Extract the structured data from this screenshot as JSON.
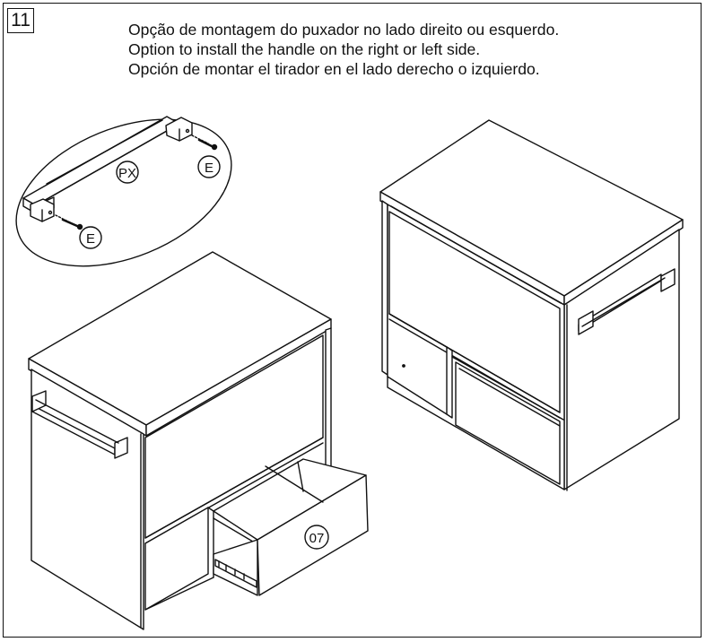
{
  "step": {
    "number": "11"
  },
  "instructions": [
    "Opção de montagem do puxador no lado direito ou esquerdo.",
    "Option to install the handle on the right or left side.",
    "Opción de montar el tirador en el lado derecho o izquierdo."
  ],
  "labels": {
    "handle": "PX",
    "screw_top": "E",
    "screw_bottom": "E",
    "drawer": "07"
  }
}
